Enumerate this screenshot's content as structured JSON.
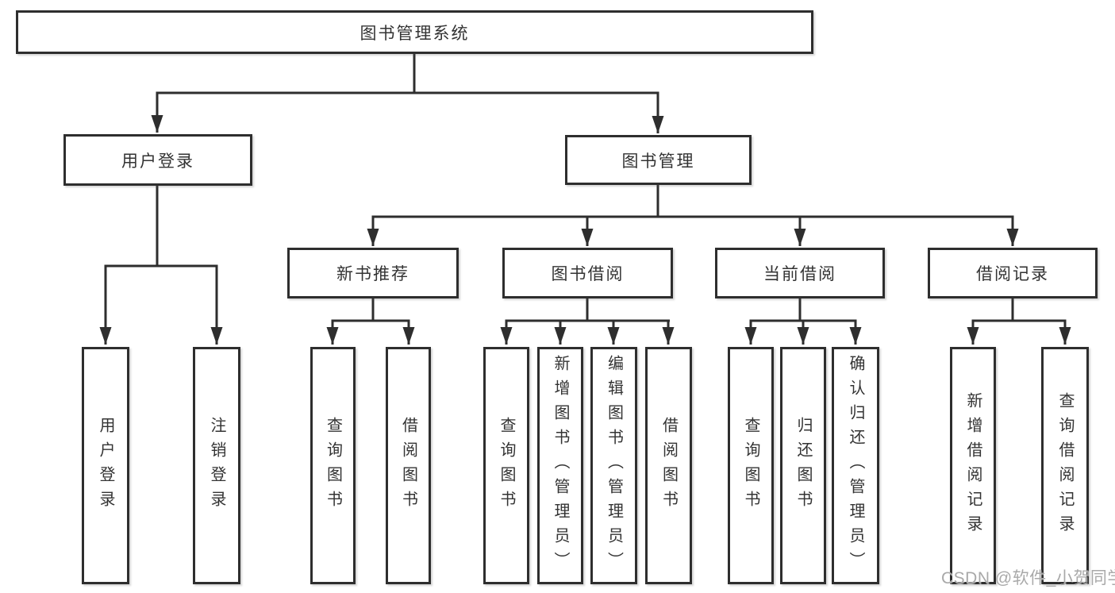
{
  "diagram": {
    "root": {
      "label": "图书管理系统"
    },
    "level2": {
      "user_login": {
        "label": "用户登录"
      },
      "book_mgmt": {
        "label": "图书管理"
      }
    },
    "level3": {
      "new_book": {
        "label": "新书推荐"
      },
      "book_borrow": {
        "label": "图书借阅"
      },
      "current_borrow": {
        "label": "当前借阅"
      },
      "borrow_records": {
        "label": "借阅记录"
      }
    },
    "leaves": {
      "user_login": {
        "label": "用户登录"
      },
      "user_logout": {
        "label": "注销登录"
      },
      "nb_query_books": {
        "label": "查询图书"
      },
      "nb_borrow_books": {
        "label": "借阅图书"
      },
      "bb_query_books": {
        "label": "查询图书"
      },
      "bb_add_books": {
        "label": "新增图书（管理员）"
      },
      "bb_edit_books": {
        "label": "编辑图书（管理员）"
      },
      "bb_borrow_books": {
        "label": "借阅图书"
      },
      "cb_query_books": {
        "label": "查询图书"
      },
      "cb_return_books": {
        "label": "归还图书"
      },
      "cb_confirm_return": {
        "label": "确认归还（管理员）"
      },
      "br_add_record": {
        "label": "新增借阅记录"
      },
      "br_query_record": {
        "label": "查询借阅记录"
      }
    }
  },
  "watermark": {
    "text": "CSDN @软件_小贺同学"
  },
  "colors": {
    "line": "#2e2e2e",
    "text": "#333333",
    "watermark": "#a9a9a9",
    "background": "#ffffff"
  }
}
